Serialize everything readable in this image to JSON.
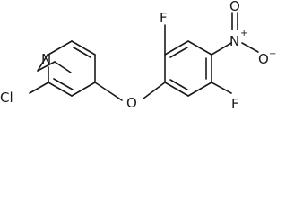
{
  "molecule": {
    "atoms": {
      "N": "N",
      "Cl": "Cl",
      "O_ether": "O",
      "F_top": "F",
      "F_bottom": "F",
      "N_nitro": "N",
      "O_nitro_top": "O",
      "O_nitro_right": "O",
      "plus": "+",
      "minus": "−"
    }
  }
}
